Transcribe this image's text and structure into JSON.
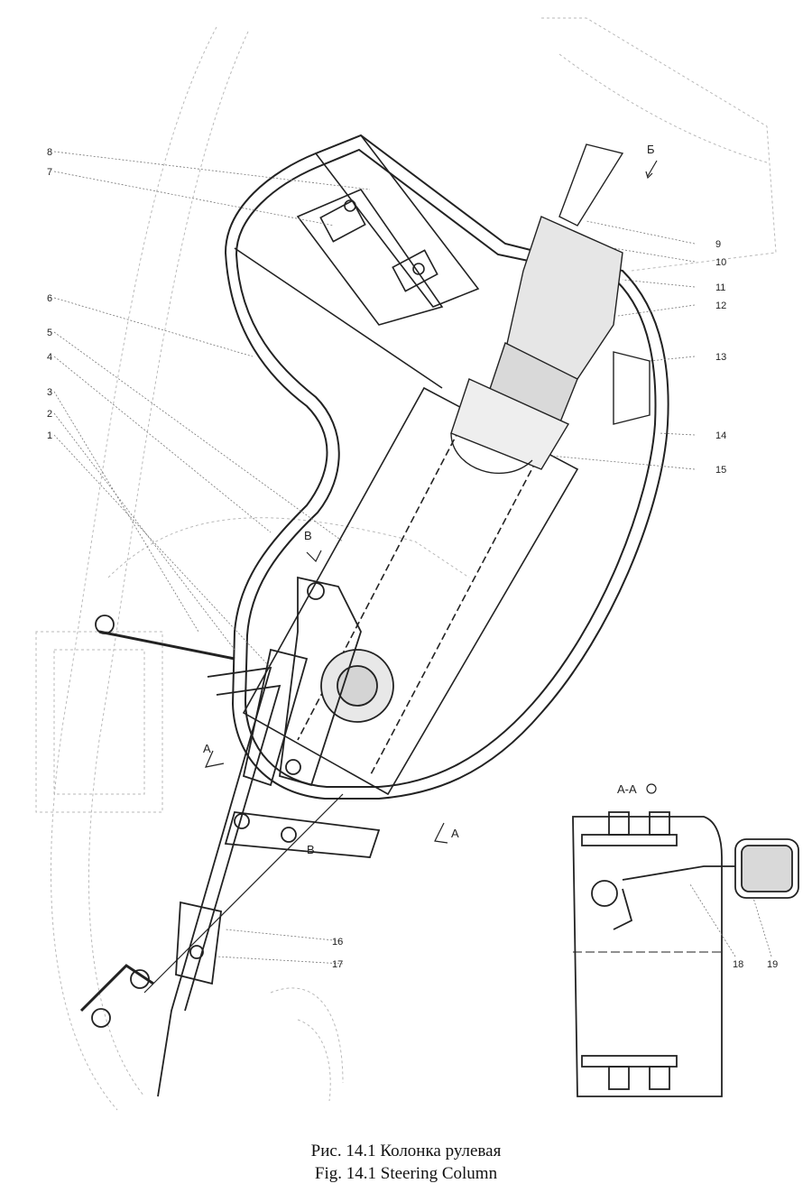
{
  "callouts": [
    {
      "label": "1",
      "side": "left"
    },
    {
      "label": "2",
      "side": "left"
    },
    {
      "label": "3",
      "side": "left"
    },
    {
      "label": "4",
      "side": "left"
    },
    {
      "label": "5",
      "side": "left"
    },
    {
      "label": "6",
      "side": "left"
    },
    {
      "label": "7",
      "side": "left"
    },
    {
      "label": "8",
      "side": "left"
    },
    {
      "label": "9",
      "side": "right"
    },
    {
      "label": "10",
      "side": "right"
    },
    {
      "label": "11",
      "side": "right"
    },
    {
      "label": "12",
      "side": "right"
    },
    {
      "label": "13",
      "side": "right"
    },
    {
      "label": "14",
      "side": "right"
    },
    {
      "label": "15",
      "side": "right"
    },
    {
      "label": "16",
      "side": "bottom"
    },
    {
      "label": "17",
      "side": "bottom"
    },
    {
      "label": "18",
      "side": "bottom"
    },
    {
      "label": "19",
      "side": "bottom"
    }
  ],
  "section_marks": {
    "view_b_top": "Б",
    "cut_v_upper": "В",
    "cut_v_lower": "В",
    "cut_a_left": "А",
    "cut_a_right": "А",
    "section_title": "А-А"
  },
  "caption": {
    "ru": "Рис. 14.1 Колонка рулевая",
    "en": "Fig. 14.1 Steering Column"
  }
}
